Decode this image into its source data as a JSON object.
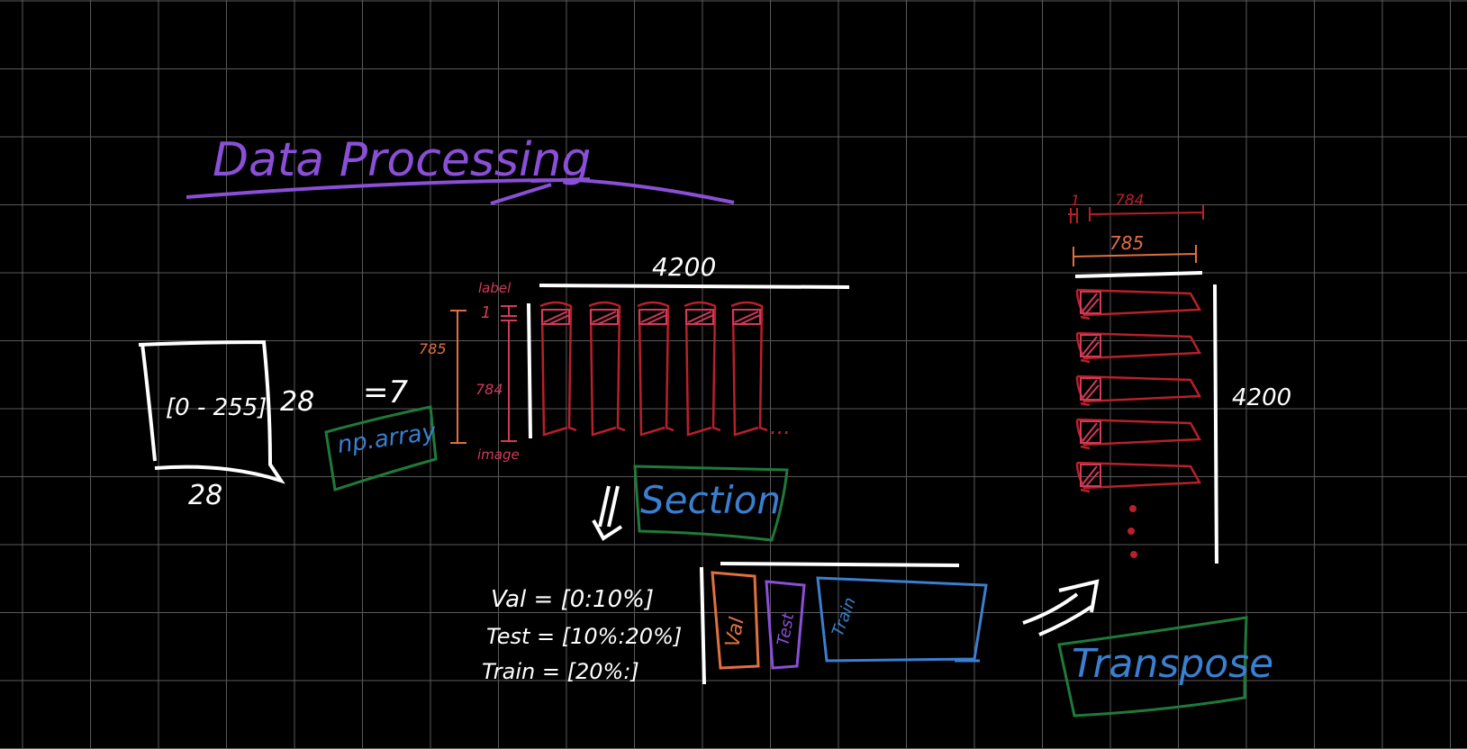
{
  "colors": {
    "background": "#000000",
    "grid": "#5a5a5a",
    "white": "#ffffff",
    "purple": "#8a4fd6",
    "red": "#b8202a",
    "crimson": "#d23a5a",
    "orange": "#e07040",
    "blue": "#3a7fd0",
    "green": "#1f7a3a"
  },
  "title": "Data Processing",
  "image_block": {
    "range": "[0 - 255]",
    "width": "28",
    "height": "28"
  },
  "arrow_label": "=7",
  "np_array": "np.array",
  "matrix_a": {
    "columns": "4200",
    "rows": "785",
    "label_tag": "label",
    "label_rows": "1",
    "image_rows": "784",
    "image_tag": "image",
    "ellipsis": "..."
  },
  "section": "Section",
  "split": {
    "val": "Val = [0:10%]",
    "test": "Test = [10%:20%]",
    "train": "Train = [20%:]",
    "val_box": "Val",
    "test_box": "Test",
    "train_box": "Train"
  },
  "transpose": "Transpose",
  "matrix_b": {
    "label_width": "1",
    "image_width": "784",
    "width": "785",
    "rows": "4200"
  }
}
